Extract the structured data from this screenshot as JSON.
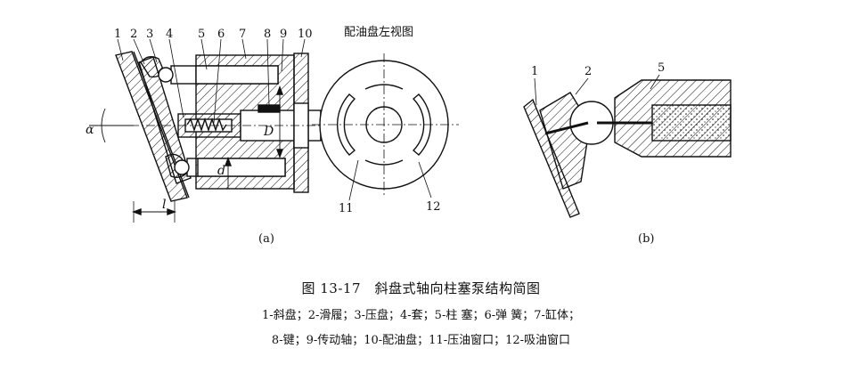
{
  "figure": {
    "labels_a": [
      "1",
      "2",
      "3",
      "4",
      "5",
      "6",
      "7",
      "8",
      "9",
      "10",
      "11",
      "12"
    ],
    "labels_b": [
      "1",
      "2",
      "5"
    ],
    "symbol_alpha": "α",
    "symbol_l": "l",
    "symbol_D": "D",
    "symbol_d": "d",
    "port_plate_view_title": "配油盘左视图",
    "sub_a": "(a)",
    "sub_b": "(b)"
  },
  "caption": {
    "title": "图 13-17　斜盘式轴向柱塞泵结构简图",
    "legend_line1": "1-斜盘；2-滑履；3-压盘；4-套；5-柱 塞；6-弹 簧；7-缸体；",
    "legend_line2": "8-键；9-传动轴；10-配油盘；11-压油窗口；12-吸油窗口"
  },
  "colors": {
    "ink": "#111111",
    "background": "#ffffff"
  }
}
